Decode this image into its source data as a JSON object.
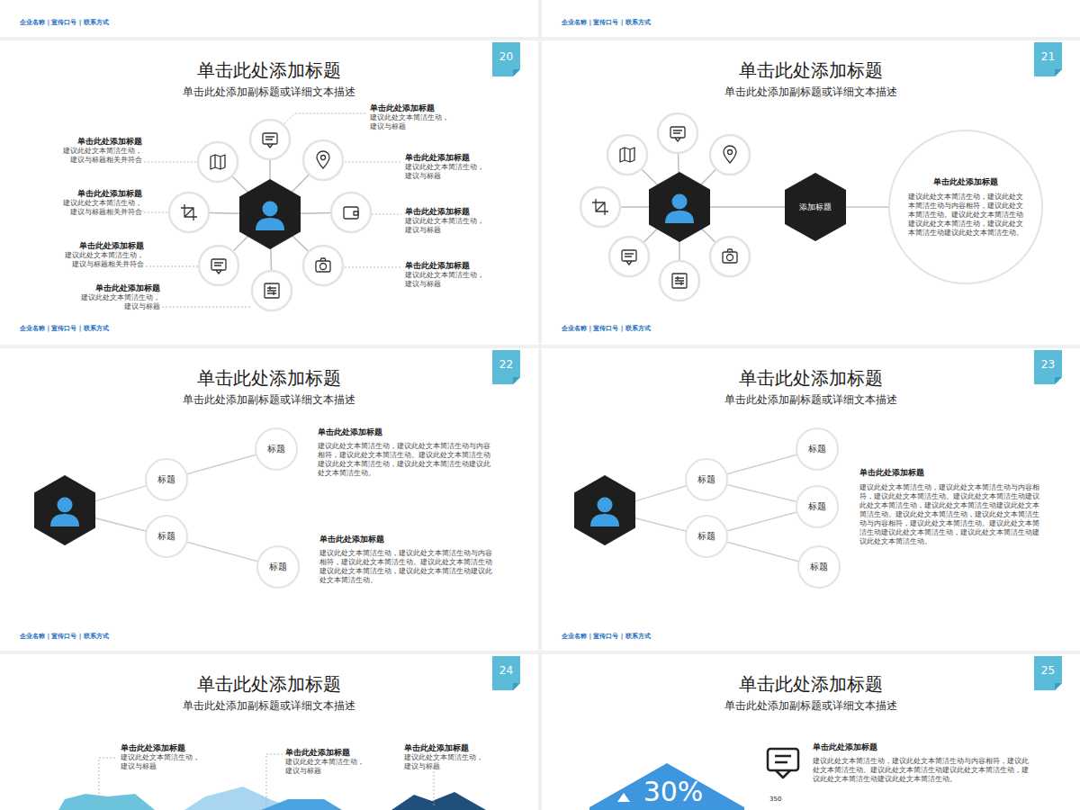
{
  "diagram": {
    "nodes": [
      {
        "text": [
          "单击此处添加标题",
          "单击此处添加副标题或详细文本描述",
          "单击此处添加标题",
          "建议此处文本简洁生动，建议与标题",
          "单击此处添加标题",
          "建议此处文本简洁生动，建议与标题相关并符合",
          "单击此处添加标题",
          "建议此处文本简洁生动，建议与标题",
          "单击此处添加标题",
          "建议此处文本简洁生动，建议与标题相关并符合",
          "单击此处添加标题",
          "建议此处文本简洁生动，建议与标题",
          "单击此处添加标题",
          "建议此处文本简洁生动，建议与标题相关并符合",
          "单击此处添加标题",
          "建议此处文本简洁生动，建议与标题",
          "单击此处添加标题",
          "建议此处文本简洁生动，建议与标题",
          "企业名称 | 宣传口号 | 联系方式"
        ]
      },
      {
        "text": [
          "20"
        ],
        "in": 0
      },
      {
        "text": [
          "单击此处添加标题",
          "单击此处添加副标题或详细文本描述",
          "企业名称 | 宣传口号 | 联系方式"
        ]
      },
      {
        "text": [
          "21"
        ],
        "in": 2
      },
      {
        "text": [
          "添加标题"
        ],
        "in": 2
      },
      {
        "text": [
          "单击此处添加标题",
          "建议此处文本简洁生动，建议此处文本简洁生动与内容相符，建议此处文本简洁生动。建议此处文本简洁生动建议此处文本简洁生动，建议此处文本简洁生动建议此处文本简洁生动。"
        ],
        "in": 2
      },
      {
        "text": [
          "单击此处添加标题",
          "单击此处添加副标题或详细文本描述",
          "单击此处添加标题",
          "建议此处文本简洁生动，建议此处文本简洁生动与内容相符，建议此处文本简洁生动。建议此处文本简洁生动建议此处文本简洁生动，建议此处文本简洁生动建议此处文本简洁生动。",
          "单击此处添加标题",
          "建议此处文本简洁生动，建议此处文本简洁生动与内容相符，建议此处文本简洁生动。建议此处文本简洁生动建议此处文本简洁生动，建议此处文本简洁生动建议此处文本简洁生动。",
          "企业名称 | 宣传口号 | 联系方式"
        ]
      },
      {
        "text": [
          "22"
        ],
        "in": 6
      },
      {
        "text": [
          "标题"
        ],
        "in": 6
      },
      {
        "text": [
          "标题"
        ],
        "in": 6
      },
      {
        "text": [
          "标题"
        ],
        "in": 6
      },
      {
        "text": [
          "标题"
        ],
        "in": 6
      },
      {
        "text": [
          "单击此处添加标题",
          "单击此处添加副标题或详细文本描述",
          "单击此处添加标题",
          "建议此处文本简洁生动，建议此处文本简洁生动与内容相符，建议此处文本简洁生动。建议此处文本简洁生动建议此处文本简洁生动，建议此处文本简洁生动建议此处文本简洁生动。建议此处文本简洁生动，建议此处文本简洁生动与内容相符，建议此处文本简洁生动。建议此处文本简洁生动建议此处文本简洁生动，建议此处文本简洁生动建议此处文本简洁生动。",
          "企业名称 | 宣传口号 | 联系方式"
        ]
      },
      {
        "text": [
          "23"
        ],
        "in": 12
      },
      {
        "text": [
          "标题"
        ],
        "in": 12
      },
      {
        "text": [
          "标题"
        ],
        "in": 12
      },
      {
        "text": [
          "标题"
        ],
        "in": 12
      },
      {
        "text": [
          "标题"
        ],
        "in": 12
      },
      {
        "text": [
          "标题"
        ],
        "in": 12
      },
      {
        "text": [
          "单击此处添加标题",
          "单击此处添加副标题或详细文本描述",
          "单击此处添加标题",
          "建议此处文本简洁生动，建议与标题",
          "单击此处添加标题",
          "建议此处文本简洁生动，建议与标题",
          "单击此处添加标题",
          "建议此处文本简洁生动，建议与标题"
        ]
      },
      {
        "text": [
          "24"
        ],
        "in": 19
      },
      {
        "text": [
          "单击此处添加标题",
          "单击此处添加副标题或详细文本描述",
          "单击此处添加标题",
          "建议此处文本简洁生动，建议此处文本简洁生动与内容相符，建议此处文本简洁生动。建议此处文本简洁生动建议此处文本简洁生动，建议此处文本简洁生动建议此处文本简洁生动。",
          "350"
        ]
      },
      {
        "text": [
          "25"
        ],
        "in": 21
      },
      {
        "text": [
          "30%"
        ],
        "in": 21
      }
    ],
    "edges": [
      {
        "from": 4,
        "to": 5,
        "arrow": "none"
      },
      {
        "from": 8,
        "to": 10,
        "arrow": "none"
      },
      {
        "from": 9,
        "to": 11,
        "arrow": "none"
      },
      {
        "from": 14,
        "to": 16,
        "arrow": "none"
      },
      {
        "from": 14,
        "to": 17,
        "arrow": "none"
      },
      {
        "from": 15,
        "to": 17,
        "arrow": "none"
      },
      {
        "from": 15,
        "to": 18,
        "arrow": "none"
      }
    ],
    "labels": [
      "企业名称 | 宣传口号 | 联系方式",
      "企业名称 | 宣传口号 | 联系方式"
    ]
  }
}
